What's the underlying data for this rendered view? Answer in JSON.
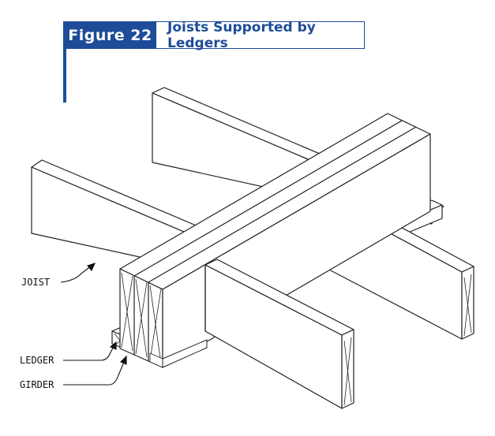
{
  "figure": {
    "number": "Figure 22",
    "title": "Joists Supported by Ledgers"
  },
  "callouts": {
    "joist": "JOIST",
    "ledger": "LEDGER",
    "girder": "GIRDER"
  },
  "colors": {
    "accent": "#1e4c98",
    "line": "#222222"
  }
}
